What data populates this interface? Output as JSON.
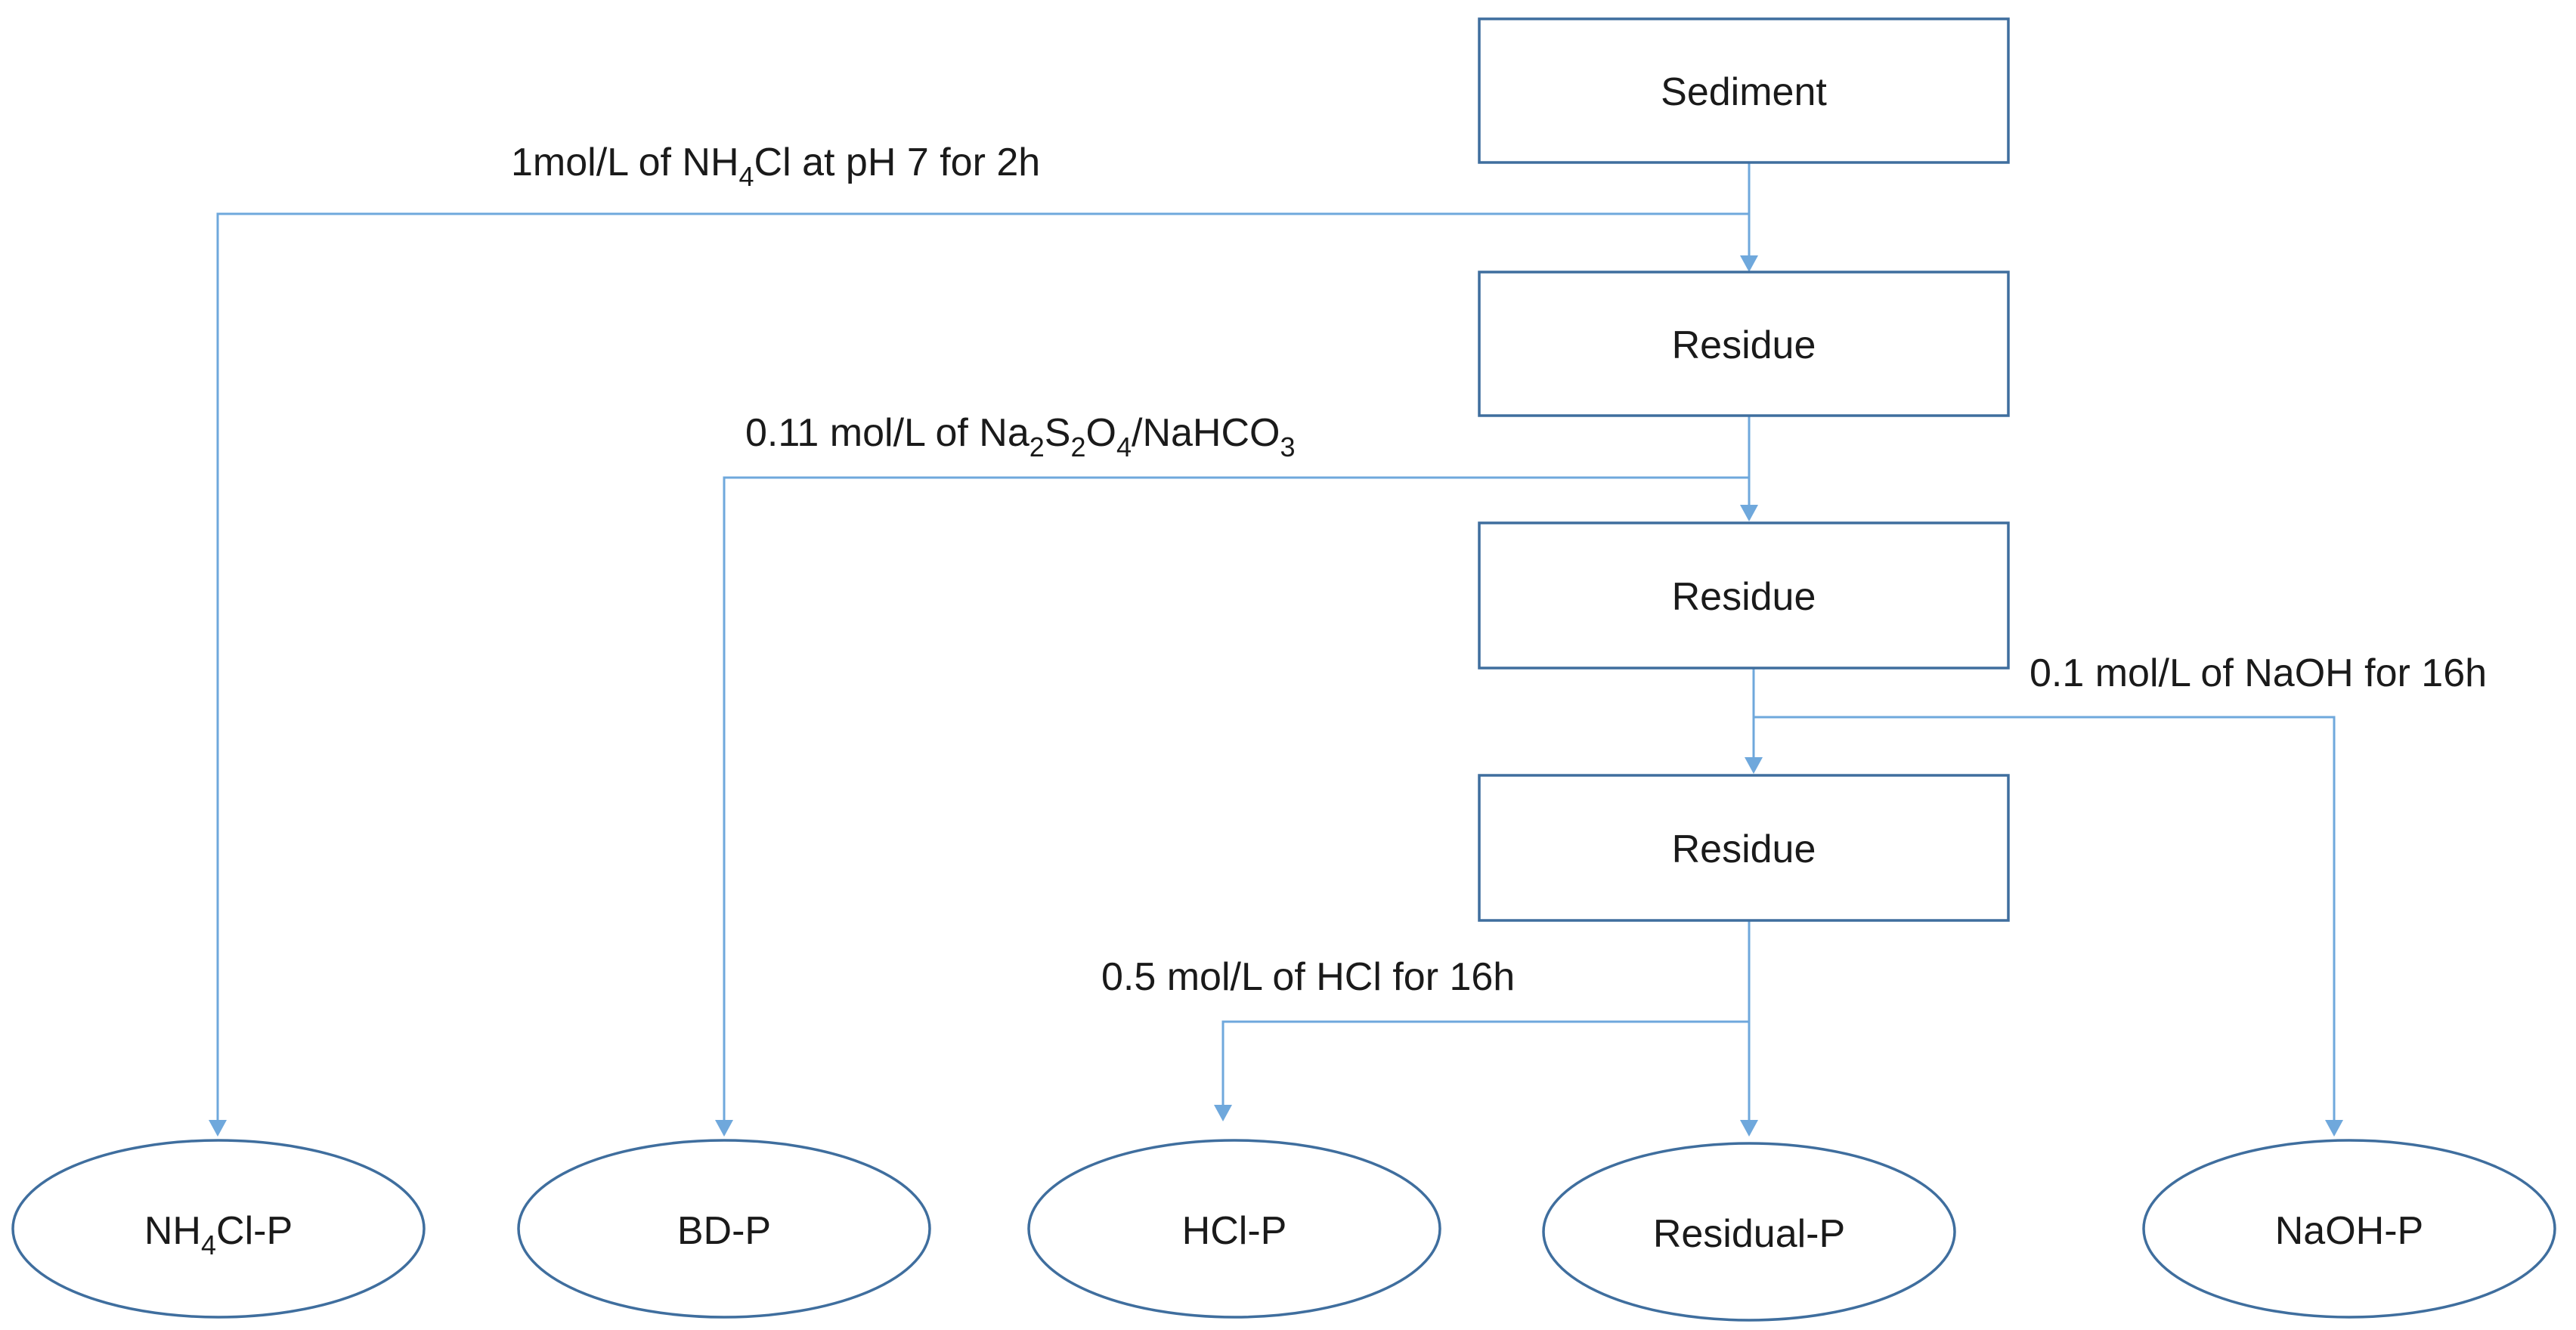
{
  "diagram": {
    "sediment_label": "Sediment",
    "residue_1_label": "Residue",
    "residue_2_label": "Residue",
    "residue_3_label": "Residue",
    "step_1": {
      "prefix": "1mol/L of NH",
      "sub_1": "4",
      "suffix": "Cl at pH 7 for 2h"
    },
    "step_2": {
      "prefix": "0.11 mol/L of Na",
      "sub_1": "2",
      "mid_1": "S",
      "sub_2": "2",
      "mid_2": "O",
      "sub_3": "4",
      "mid_3": "/NaHCO",
      "sub_4": "3"
    },
    "step_3": {
      "text": "0.1 mol/L of NaOH for 16h"
    },
    "step_4": {
      "text": "0.5 mol/L of HCl for 16h"
    },
    "fractions": {
      "nh4cl_p": {
        "prefix": "NH",
        "sub": "4",
        "suffix": "Cl-P"
      },
      "bd_p": "BD-P",
      "hcl_p": "HCl-P",
      "residual_p": "Residual-P",
      "naoh_p": "NaOH-P"
    },
    "colors": {
      "box_border": "#3f6e9e",
      "connector": "#6fa8dc",
      "text": "#1a1a1a"
    }
  }
}
